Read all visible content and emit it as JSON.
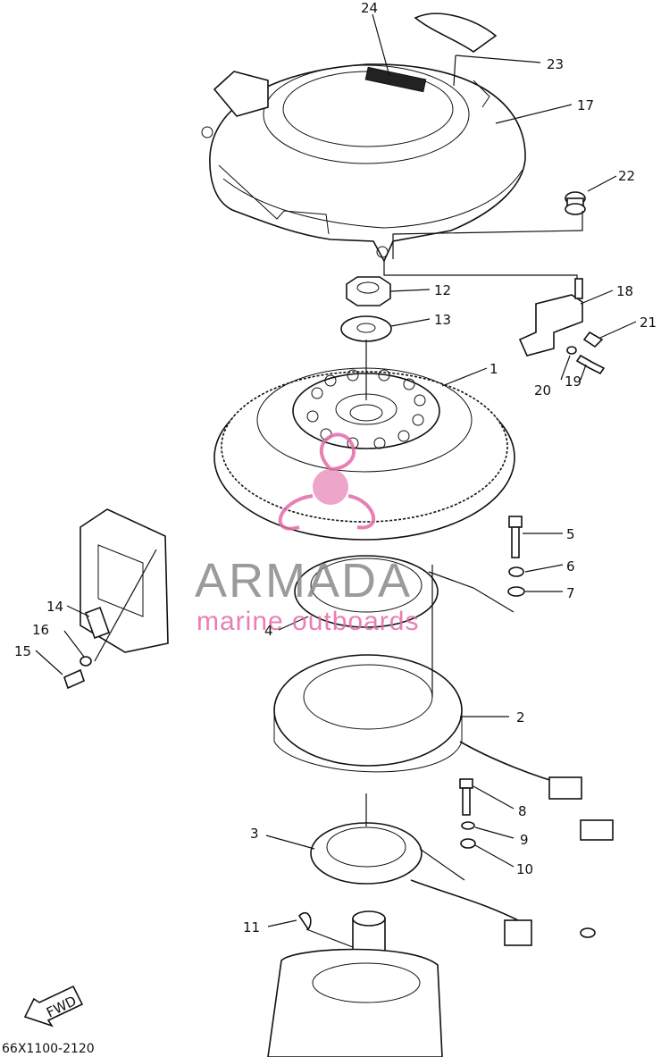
{
  "callouts": [
    {
      "id": "24",
      "text": "24"
    },
    {
      "id": "23",
      "text": "23"
    },
    {
      "id": "17",
      "text": "17"
    },
    {
      "id": "22",
      "text": "22"
    },
    {
      "id": "12",
      "text": "12"
    },
    {
      "id": "13",
      "text": "13"
    },
    {
      "id": "18",
      "text": "18"
    },
    {
      "id": "21",
      "text": "21"
    },
    {
      "id": "1",
      "text": "1"
    },
    {
      "id": "20",
      "text": "20"
    },
    {
      "id": "19",
      "text": "19"
    },
    {
      "id": "5",
      "text": "5"
    },
    {
      "id": "6",
      "text": "6"
    },
    {
      "id": "7",
      "text": "7"
    },
    {
      "id": "14",
      "text": "14"
    },
    {
      "id": "4",
      "text": "4"
    },
    {
      "id": "16",
      "text": "16"
    },
    {
      "id": "15",
      "text": "15"
    },
    {
      "id": "2",
      "text": "2"
    },
    {
      "id": "8",
      "text": "8"
    },
    {
      "id": "3",
      "text": "3"
    },
    {
      "id": "9",
      "text": "9"
    },
    {
      "id": "10",
      "text": "10"
    },
    {
      "id": "11",
      "text": "11"
    }
  ],
  "watermark": {
    "brand": "ARMADA",
    "tagline": "marine outboards",
    "accent": "#e46aa6",
    "brand_color": "#8a8a8a"
  },
  "fwd_label": "FWD",
  "drawing_code": "66X1100-2120"
}
